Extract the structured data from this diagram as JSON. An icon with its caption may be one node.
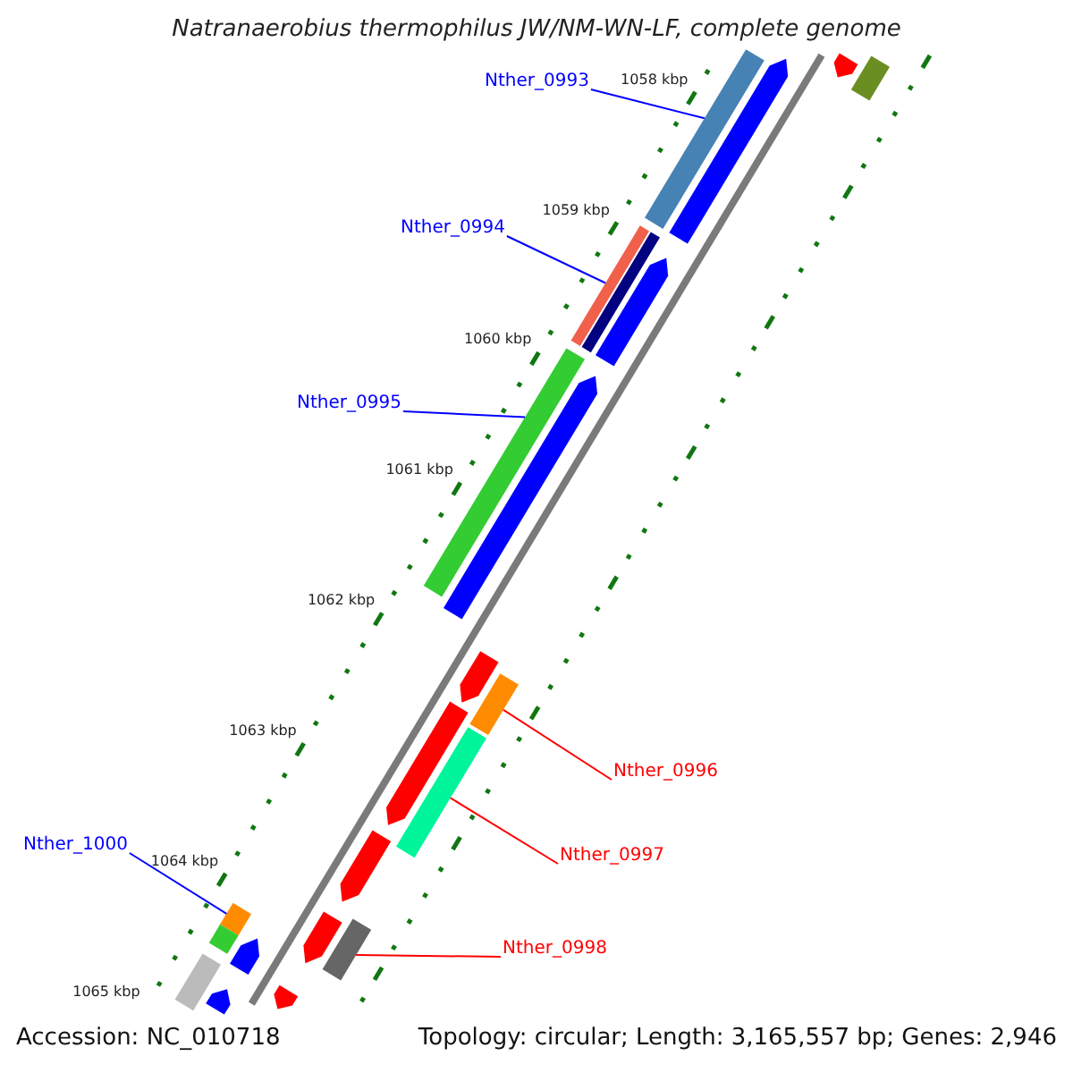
{
  "diagram": {
    "title": "Natranaerobius thermophilus JW/NM-WN-LF, complete genome",
    "nodes": [
      {
        "text": [
          "Nther_0993"
        ]
      },
      {
        "text": [],
        "shape": "bar"
      },
      {
        "text": [],
        "shape": "pentagon"
      },
      {
        "text": [],
        "shape": "bar"
      },
      {
        "text": [],
        "shape": "pentagon"
      },
      {
        "text": [
          "Nther_0994"
        ]
      },
      {
        "text": [],
        "shape": "bar"
      },
      {
        "text": [],
        "shape": "bar"
      },
      {
        "text": [],
        "shape": "pentagon"
      },
      {
        "text": [
          "Nther_0995"
        ]
      },
      {
        "text": [],
        "shape": "bar"
      },
      {
        "text": [],
        "shape": "pentagon"
      },
      {
        "text": [],
        "shape": "pentagon"
      },
      {
        "text": [
          "Nther_0996"
        ]
      },
      {
        "text": [],
        "shape": "bar"
      },
      {
        "text": [],
        "shape": "pentagon"
      },
      {
        "text": [
          "Nther_0997"
        ]
      },
      {
        "text": [],
        "shape": "bar"
      },
      {
        "text": [],
        "shape": "pentagon"
      },
      {
        "text": [
          "Nther_1000"
        ]
      },
      {
        "text": [],
        "shape": "bar"
      },
      {
        "text": [],
        "shape": "bar"
      },
      {
        "text": [],
        "shape": "pentagon"
      },
      {
        "text": [],
        "shape": "pentagon"
      },
      {
        "text": [
          "Nther_0998"
        ]
      },
      {
        "text": [],
        "shape": "bar"
      },
      {
        "text": [],
        "shape": "bar"
      },
      {
        "text": [],
        "shape": "pentagon"
      },
      {
        "text": [],
        "shape": "pentagon"
      }
    ],
    "edges": [
      {
        "from": 0,
        "to": 1,
        "arrow": "none"
      },
      {
        "from": 5,
        "to": 6,
        "arrow": "none"
      },
      {
        "from": 9,
        "to": 10,
        "arrow": "none"
      },
      {
        "from": 13,
        "to": 14,
        "arrow": "none",
        "color": "#ff0000"
      },
      {
        "from": 16,
        "to": 17,
        "arrow": "none",
        "color": "#ff0000"
      },
      {
        "from": 24,
        "to": 25,
        "arrow": "none",
        "color": "#ff0000"
      },
      {
        "from": 19,
        "to": 20,
        "arrow": "none"
      }
    ],
    "labels": [
      "1058 kbp",
      "1059 kbp",
      "1060 kbp",
      "1061 kbp",
      "1062 kbp",
      "1063 kbp",
      "1064 kbp",
      "1065 kbp",
      "Accession: NC_010718",
      "Topology: circular; Length: 3,165,557 bp; Genes: 2,946"
    ]
  }
}
